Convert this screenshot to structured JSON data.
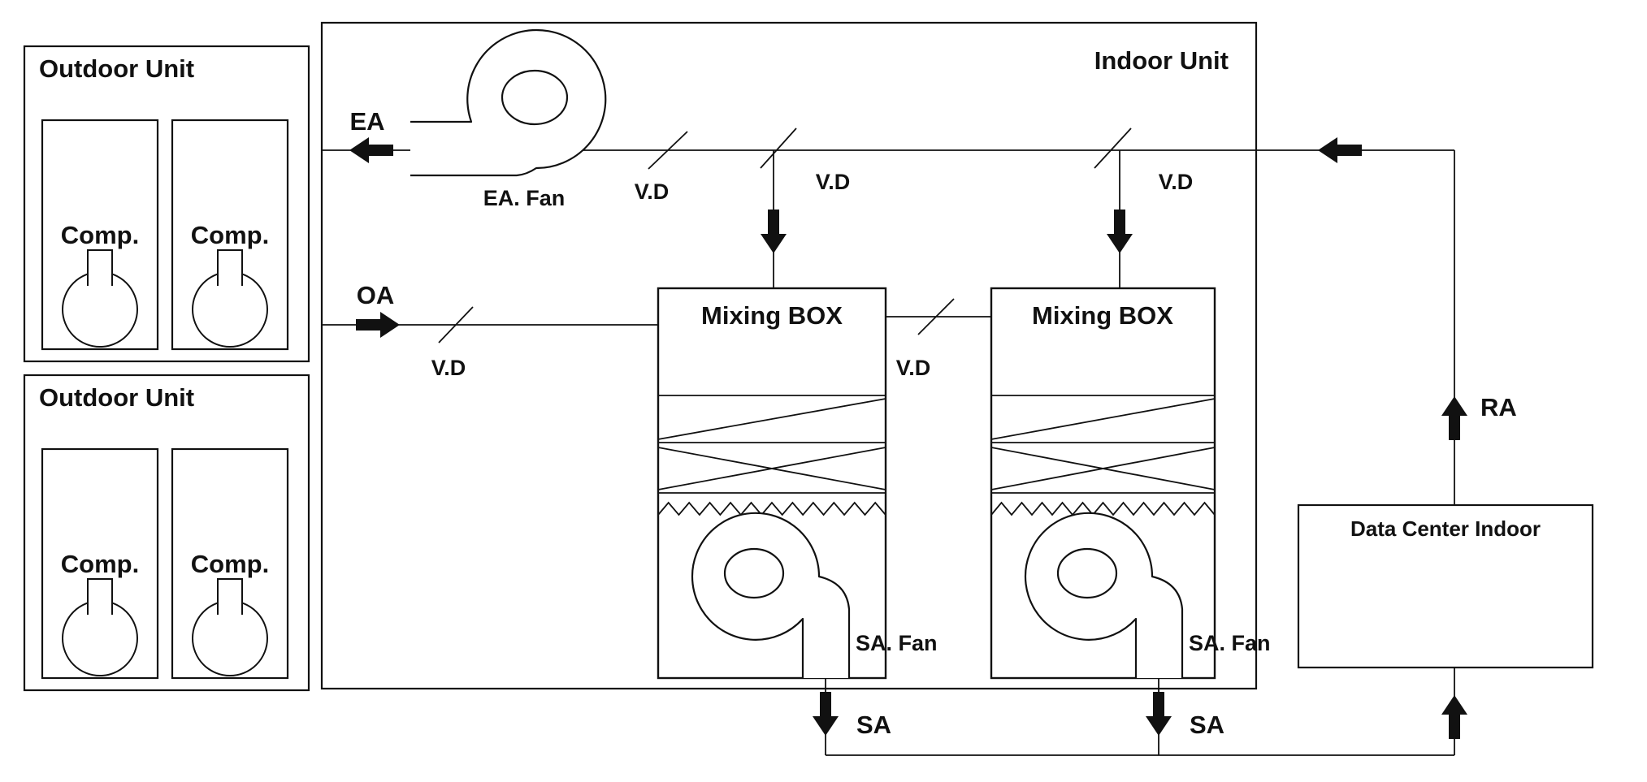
{
  "diagram": {
    "outdoor_unit_1": {
      "title": "Outdoor Unit",
      "comp_1": "Comp.",
      "comp_2": "Comp."
    },
    "outdoor_unit_2": {
      "title": "Outdoor Unit",
      "comp_1": "Comp.",
      "comp_2": "Comp."
    },
    "indoor_unit": {
      "title": "Indoor Unit",
      "ea_fan": "EA. Fan",
      "mixing_box_1": {
        "title": "Mixing BOX",
        "fan": "SA. Fan"
      },
      "mixing_box_2": {
        "title": "Mixing BOX",
        "fan": "SA. Fan"
      }
    },
    "data_center": {
      "title": "Data Center Indoor"
    },
    "flows": {
      "ea": "EA",
      "oa": "OA",
      "ra": "RA",
      "sa_1": "SA",
      "sa_2": "SA"
    },
    "dampers": {
      "vd_ea": "V.D",
      "vd_mb1": "V.D",
      "vd_mb2": "V.D",
      "vd_oa": "V.D",
      "vd_mid": "V.D"
    },
    "colors": {
      "line": "#111111",
      "background": "#ffffff"
    }
  }
}
